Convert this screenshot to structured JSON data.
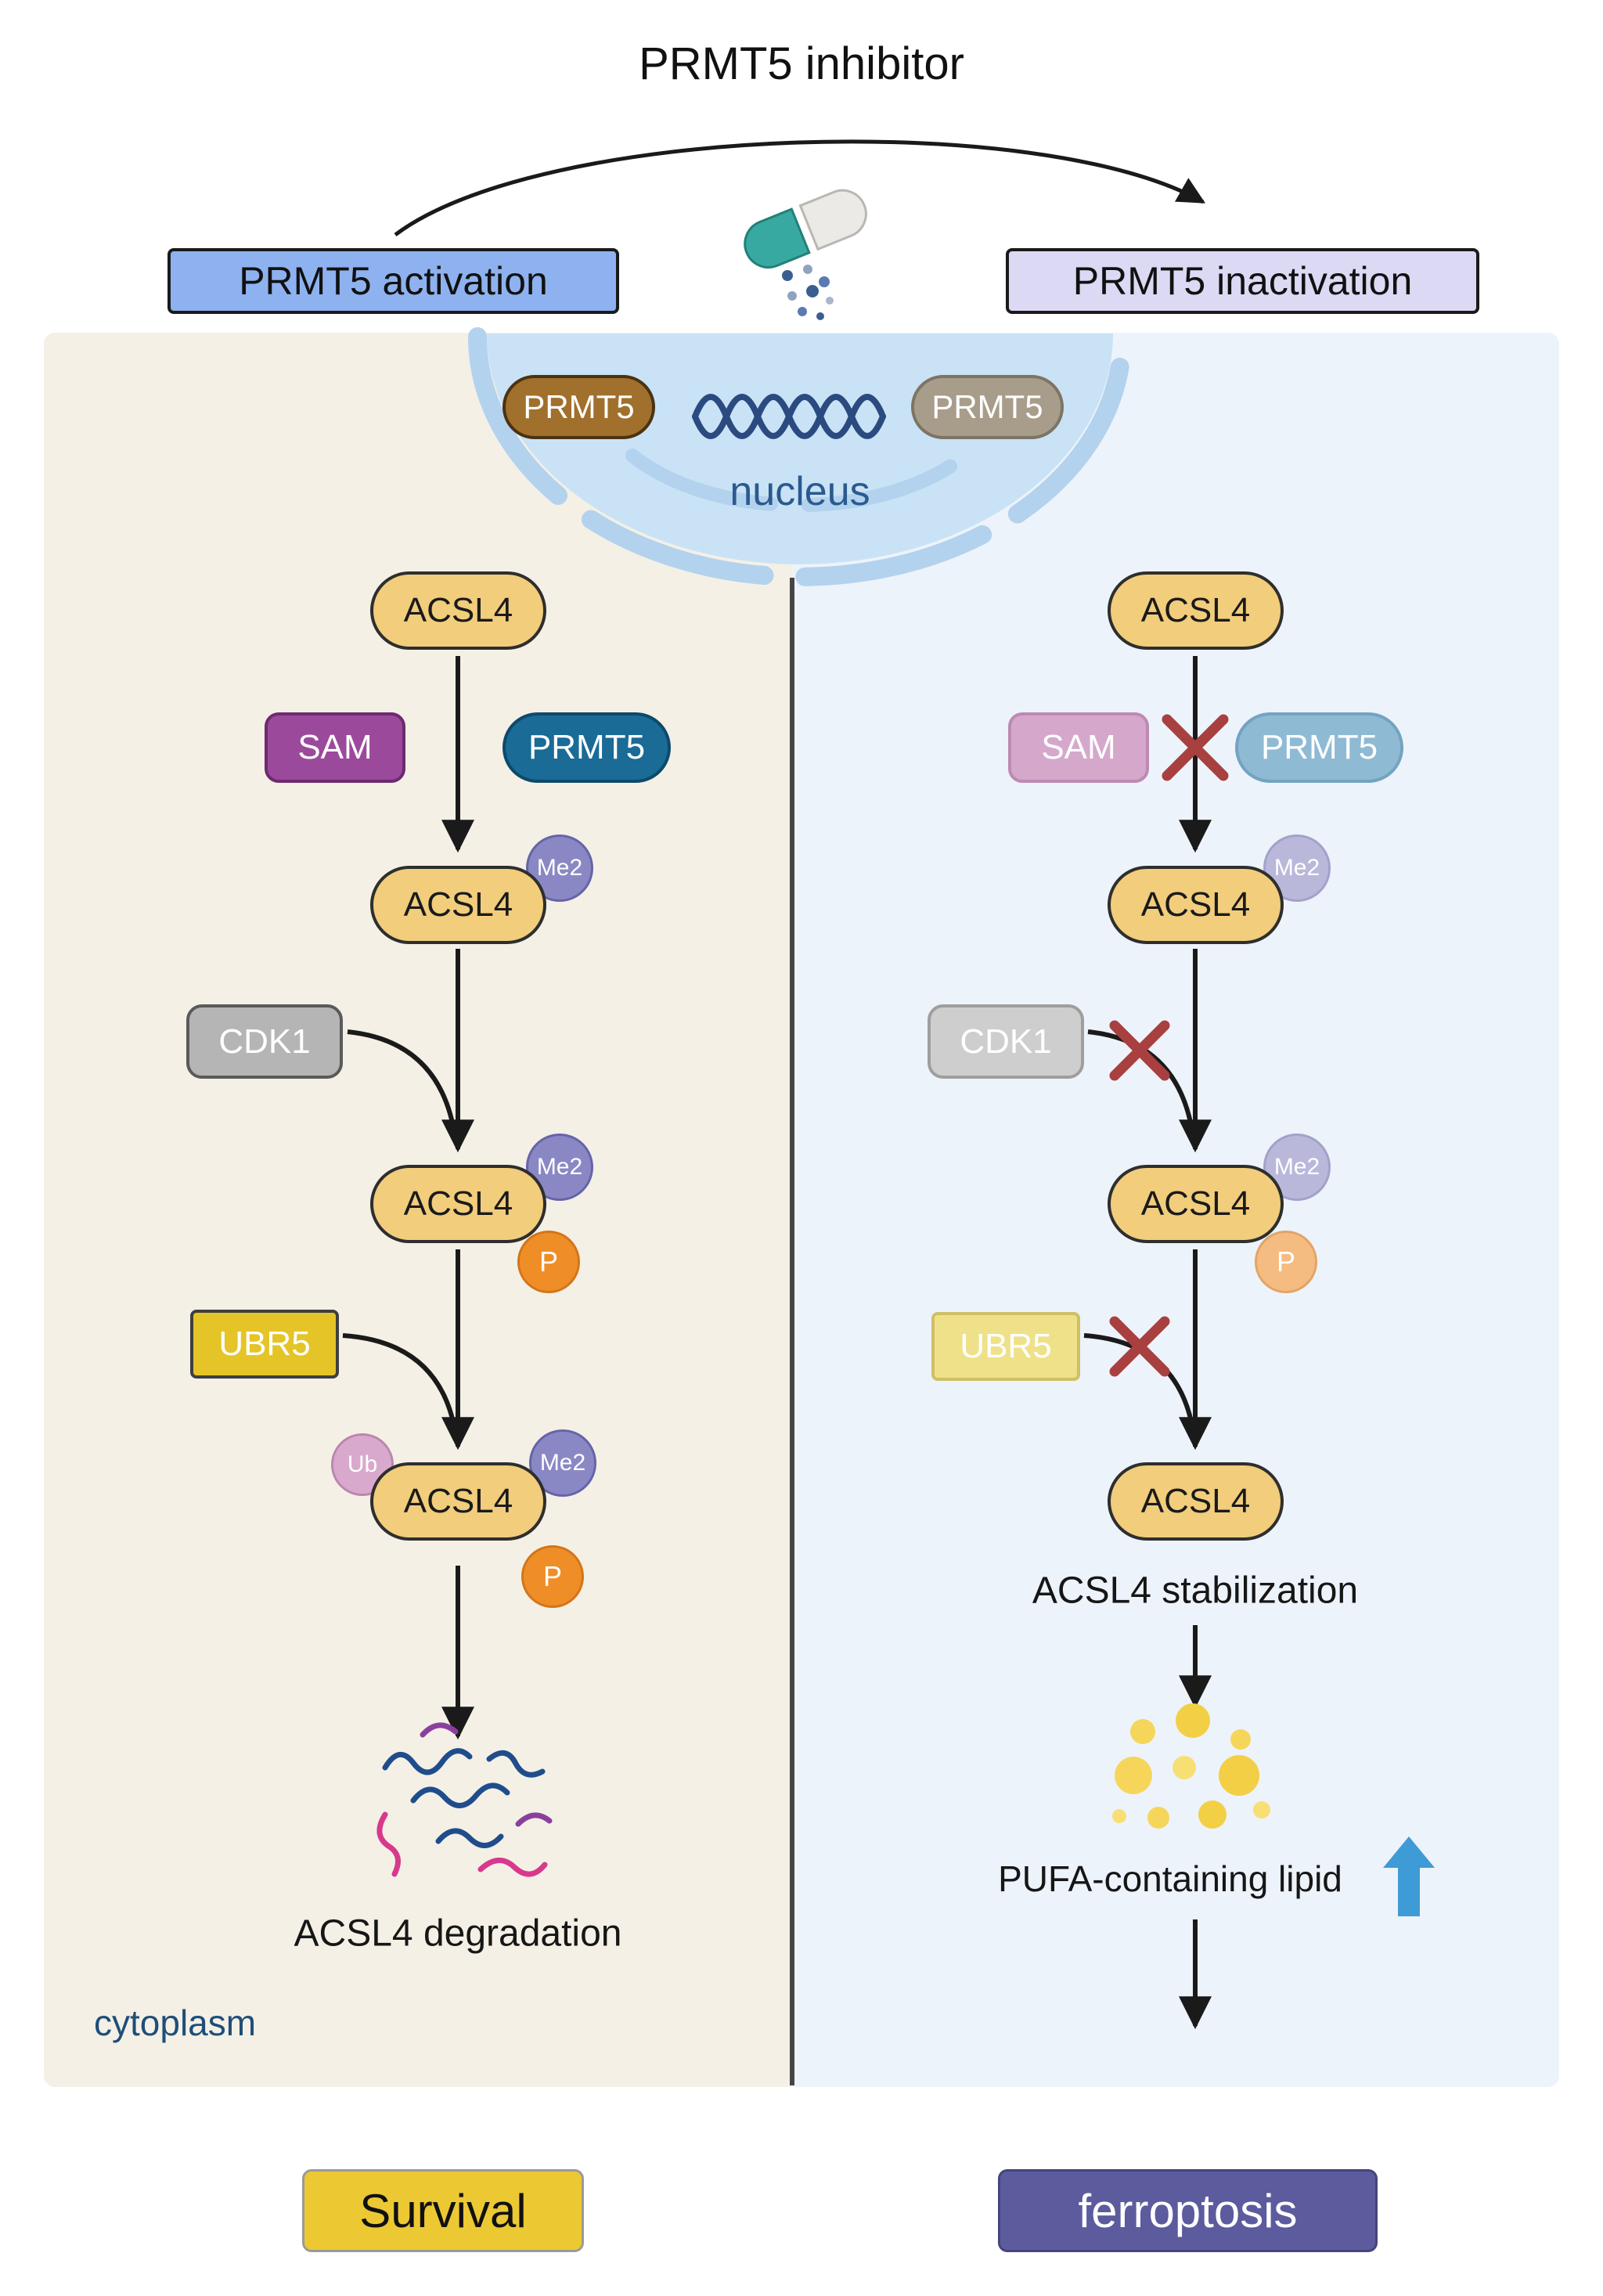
{
  "title": "PRMT5 inhibitor",
  "headers": {
    "left": "PRMT5 activation",
    "right": "PRMT5 inactivation"
  },
  "nucleus": {
    "label": "nucleus",
    "left_pill": "PRMT5",
    "right_pill": "PRMT5"
  },
  "labels": {
    "acsl4": "ACSL4",
    "sam": "SAM",
    "prmt5": "PRMT5",
    "cdk1": "CDK1",
    "ubr5": "UBR5",
    "me2": "Me2",
    "p": "P",
    "ub": "Ub"
  },
  "left_pathway": {
    "degradation_caption": "ACSL4 degradation",
    "cytoplasm_label": "cytoplasm",
    "outcome": "Survival"
  },
  "right_pathway": {
    "stabilization_caption": "ACSL4 stabilization",
    "pufa_caption": "PUFA-containing lipid",
    "outcome": "ferroptosis"
  },
  "colors": {
    "left_header_bg": "#8eb2ef",
    "right_header_bg": "#dcd9f4",
    "left_panel_bg": "#f4f0e6",
    "right_panel_bg": "#edf3fa",
    "nucleus_fill": "#c9e2f6",
    "nucleus_envelope": "#b3d2ee",
    "acsl4_fill": "#f1cd7c",
    "sam_fill": "#9b4a9b",
    "prmt5_fill": "#1a6b96",
    "cdk1_fill": "#b5b5b5",
    "ubr5_fill": "#e5c427",
    "me2_fill": "#8a88c4",
    "p_fill": "#ef8e27",
    "ub_fill": "#d9a9cd",
    "survival_bg": "#ecc833",
    "ferroptosis_bg": "#5c5b9e",
    "inhibit_x": "#a84040",
    "pufa_arrow": "#3f9bd5",
    "dna": "#2b4a80"
  }
}
